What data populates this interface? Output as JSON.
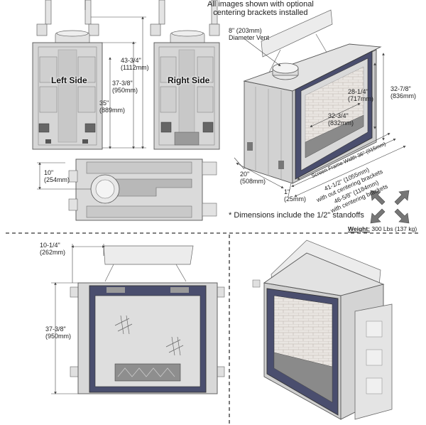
{
  "header_note": [
    "All images shown with optional",
    "centering brackets installed"
  ],
  "views": {
    "left_side": "Left Side",
    "right_side": "Right Side"
  },
  "dimensions": {
    "overall_height": [
      "43-3/4\"",
      "(1112mm)"
    ],
    "body_height": [
      "37-3/8\"",
      "(950mm)"
    ],
    "opening_height": [
      "35\"",
      "(889mm)"
    ],
    "vent": [
      "8\" (203mm)",
      "Diameter Vent"
    ],
    "frame_height_outer": [
      "32-7/8\"",
      "(836mm)"
    ],
    "frame_height_inner": [
      "28-1/4\"",
      "(717mm)"
    ],
    "opening_width": [
      "32-3/4\"",
      "(832mm)"
    ],
    "depth": [
      "20\"",
      "(508mm)"
    ],
    "standoff_gap": [
      "1\"",
      "(25mm)"
    ],
    "screen_frame_width": "Screen Frame Width  36\" (915mm)",
    "width_without_brackets": [
      "41-1/2\" (1055mm)",
      "with out centering brackets"
    ],
    "width_with_brackets": [
      "46-5/8\" (1184mm)",
      "with centering brackets"
    ],
    "top_view_depth": [
      "10\"",
      "(254mm)"
    ],
    "front_bracket_offset": [
      "10-1/4\"",
      "(262mm)"
    ],
    "front_height": [
      "37-3/8\"",
      "(950mm)"
    ]
  },
  "standoff_note": "* Dimensions include the 1/2\" standoffs",
  "weight": {
    "label": "Weight:",
    "value": "300 Lbs (137 kg)"
  },
  "colors": {
    "body_fill": "#dcdcdc",
    "body_stroke": "#555555",
    "frame_fill": "#4a4e6e",
    "glass_fill": "#d9d9d9",
    "dim_line": "#444444"
  }
}
